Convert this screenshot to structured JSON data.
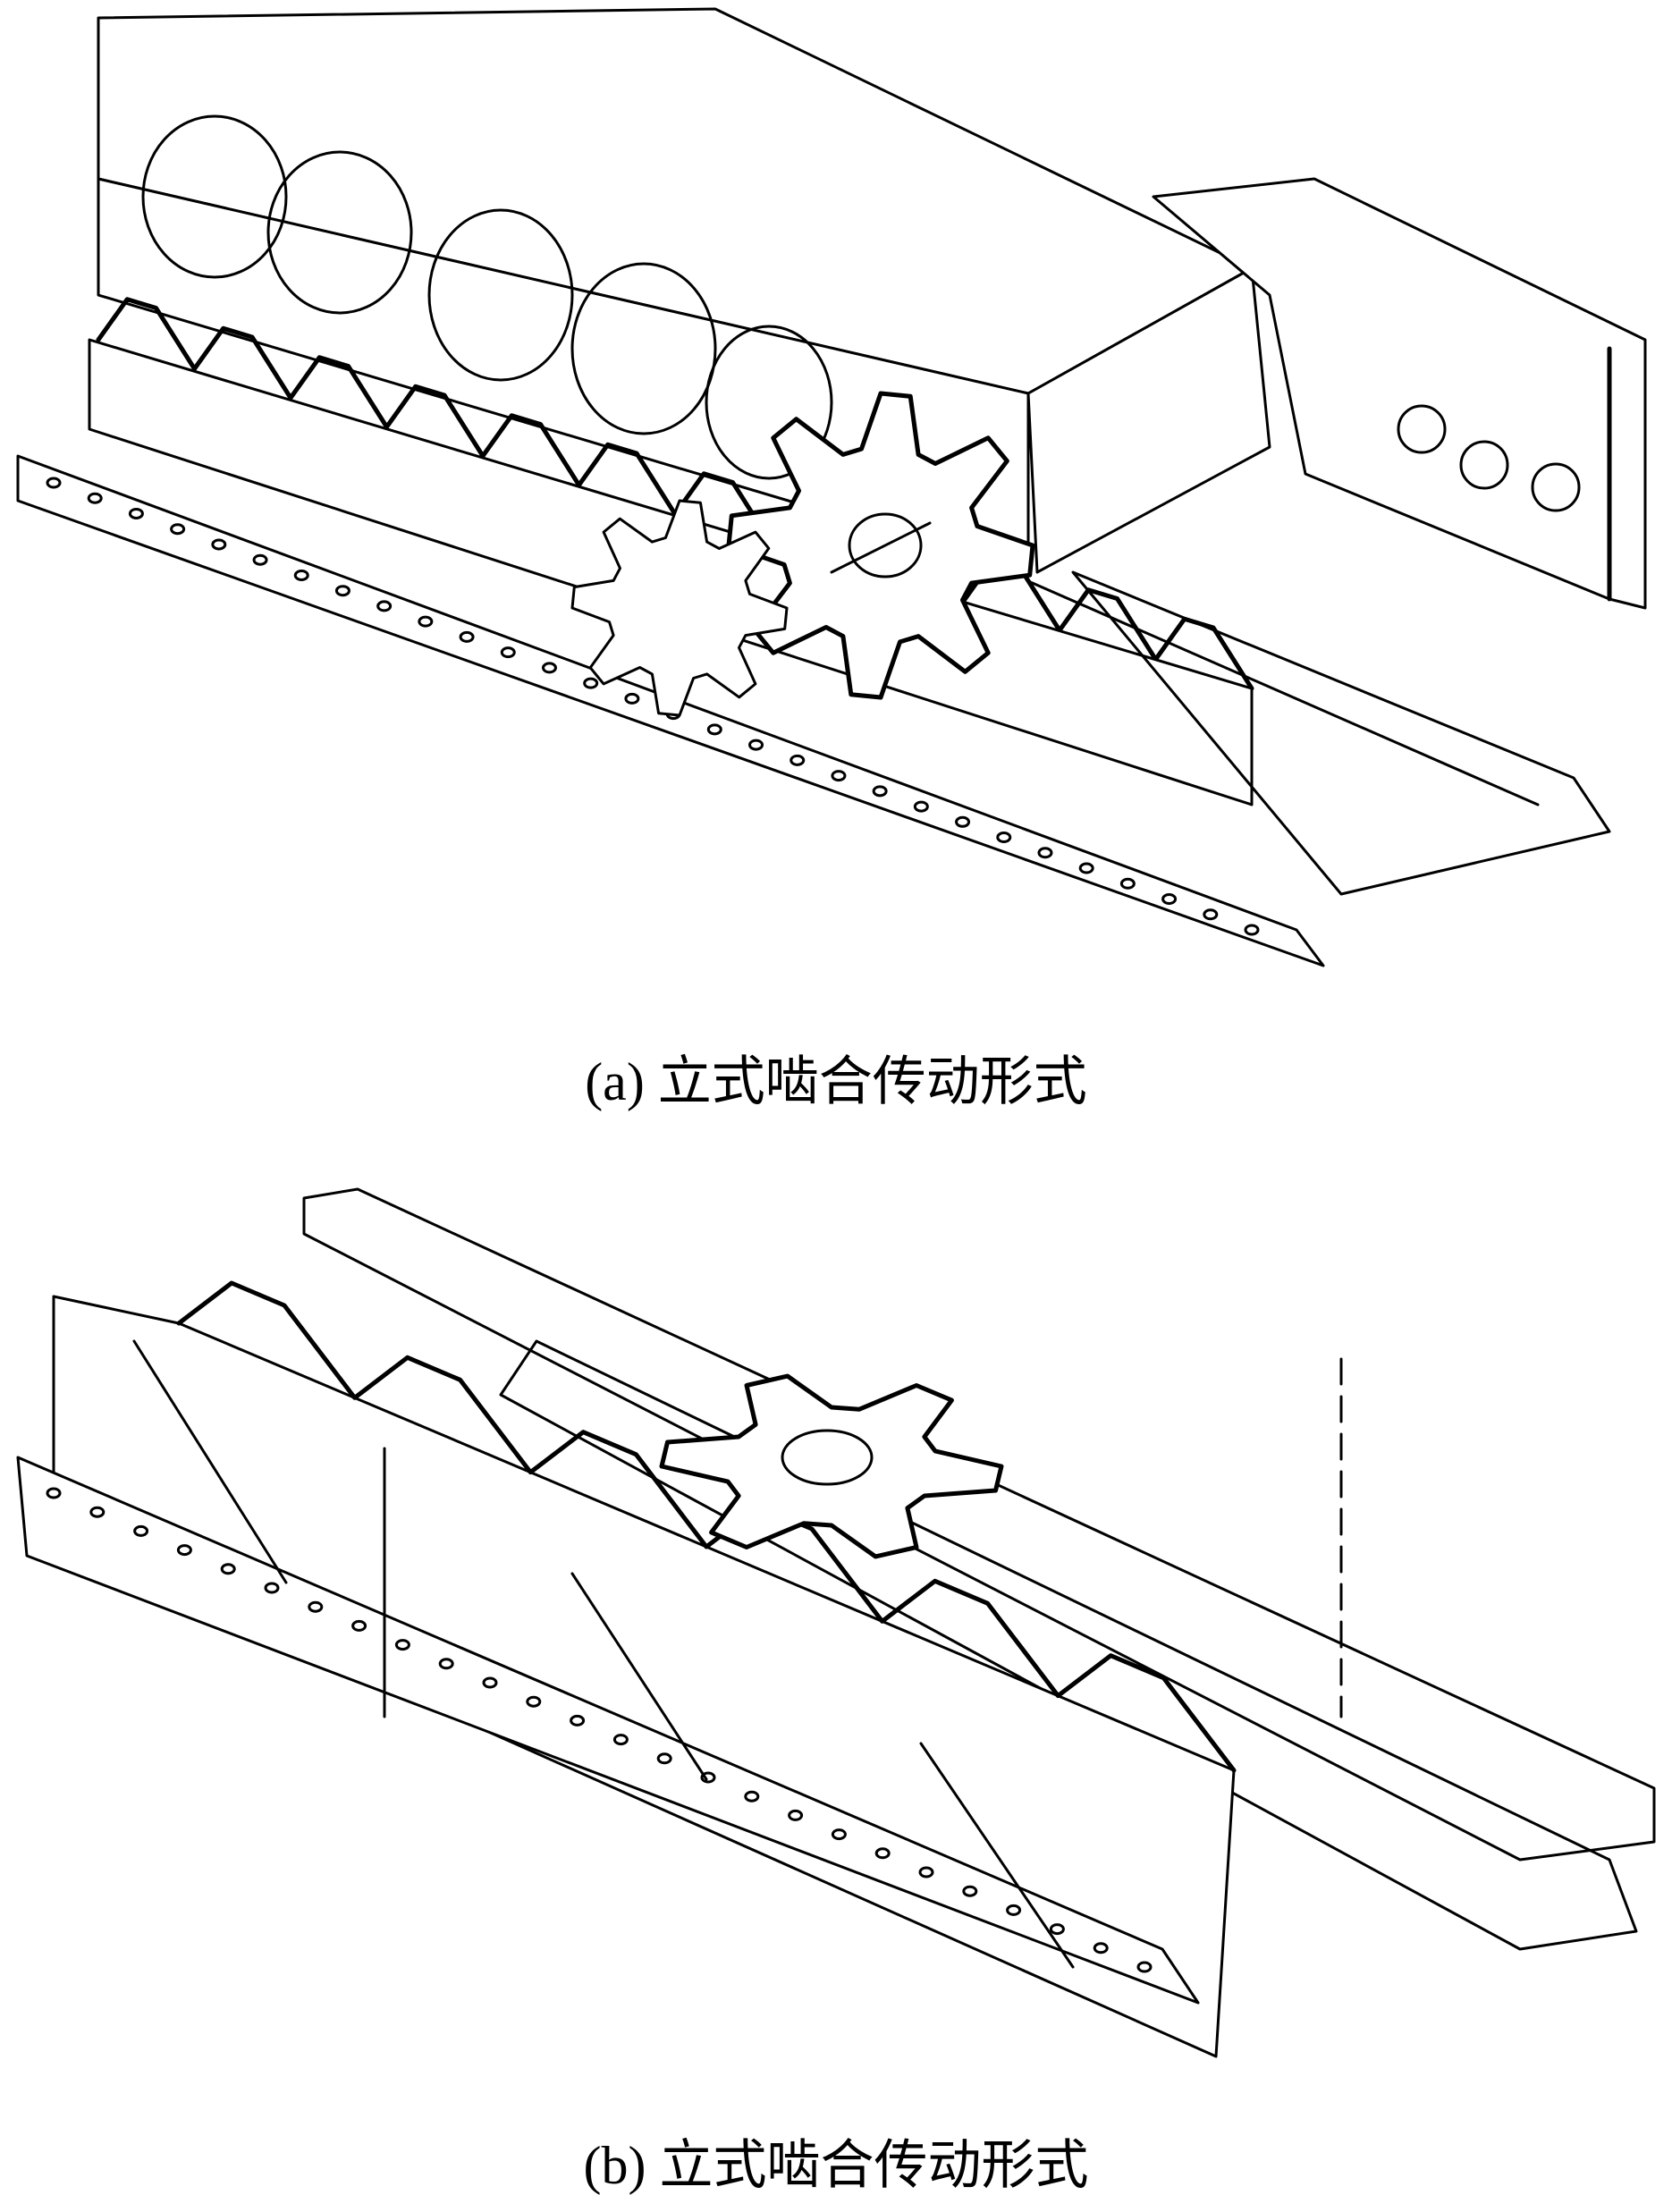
{
  "figures": [
    {
      "id": "a",
      "caption": "(a) 立式啮合传动形式"
    },
    {
      "id": "b",
      "caption": "(b) 立式啮合传动形式"
    }
  ]
}
